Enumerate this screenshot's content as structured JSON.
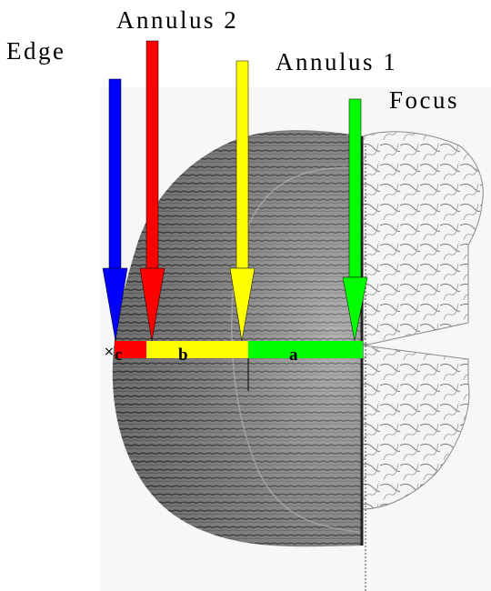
{
  "labels": {
    "edge": "Edge",
    "annulus2": "Annulus 2",
    "annulus1": "Annulus 1",
    "focus": "Focus"
  },
  "segments": {
    "c": "c",
    "b": "b",
    "a": "a"
  },
  "colors": {
    "edge_arrow": "#0000ff",
    "annulus2_arrow": "#ff0000",
    "annulus1_arrow": "#ffff00",
    "focus_arrow": "#00ff00",
    "segment_c": "#ff0000",
    "segment_b": "#ffff00",
    "segment_a": "#00ff00"
  }
}
